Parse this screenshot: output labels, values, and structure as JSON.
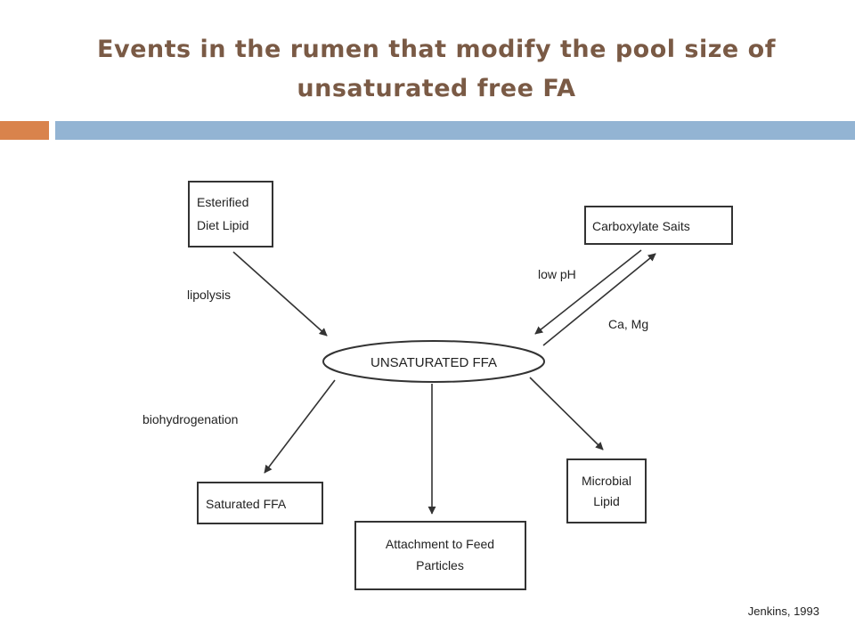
{
  "slide": {
    "title_line1": "Events in the rumen that modify the pool size of",
    "title_line2": "unsaturated free FA",
    "citation": "Jenkins, 1993"
  },
  "colors": {
    "title": "#7a5a45",
    "accent_orange": "#d9834c",
    "accent_blue": "#93b4d3"
  },
  "diagram": {
    "center_node": "UNSATURATED FFA",
    "nodes": {
      "esterified_line1": "Esterified",
      "esterified_line2": "Diet Lipid",
      "carboxylate": "Carboxylate Saits",
      "saturated": "Saturated FFA",
      "attachment_line1": "Attachment to Feed",
      "attachment_line2": "Particles",
      "microbial_line1": "Microbial",
      "microbial_line2": "Lipid"
    },
    "edge_labels": {
      "lipolysis": "lipolysis",
      "low_ph": "low pH",
      "ca_mg": "Ca, Mg",
      "biohydrogenation": "biohydrogenation"
    }
  }
}
